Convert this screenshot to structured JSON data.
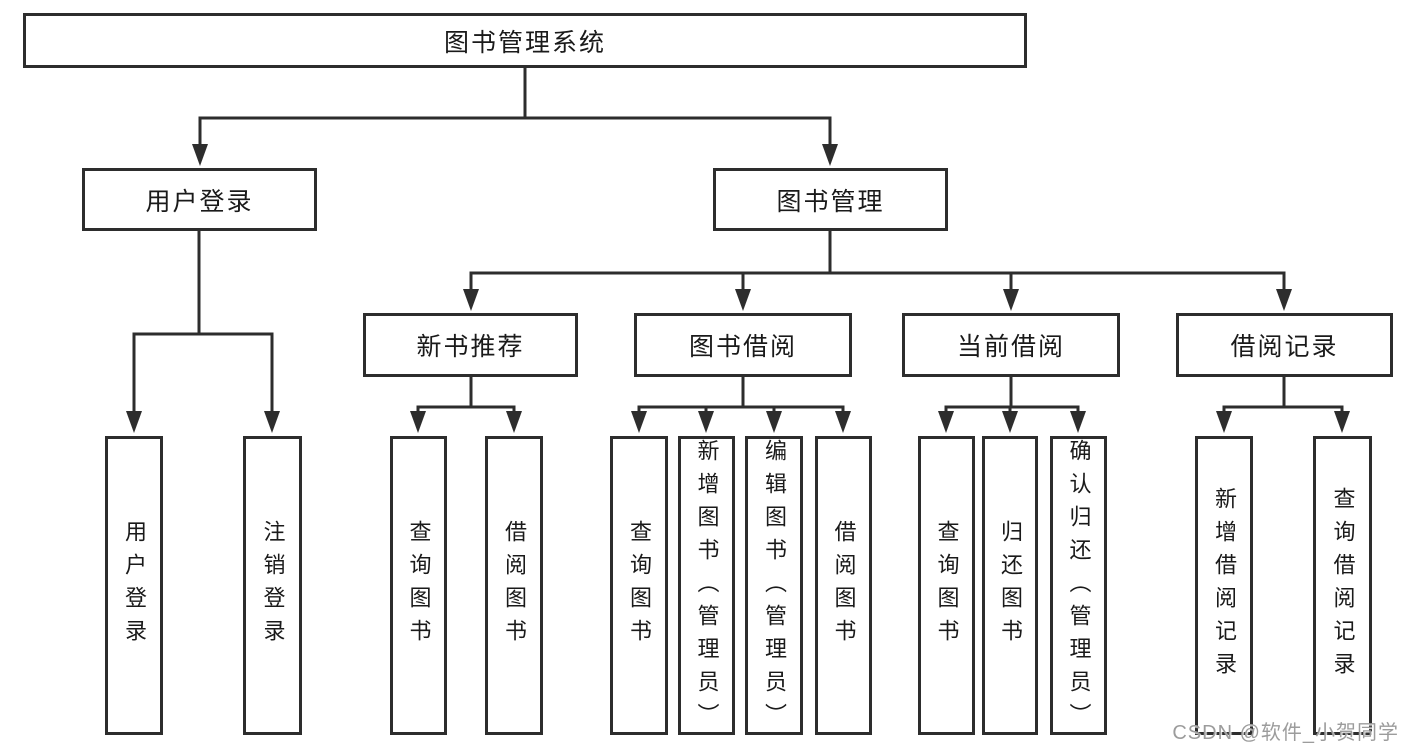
{
  "colors": {
    "line": "#2d2d2d",
    "text": "#1a1a1a",
    "background": "#ffffff",
    "watermark_gray": "#9c9c9c"
  },
  "watermark": "CSDN @软件_小贺同学",
  "nodes": {
    "root": "图书管理系统",
    "user_login": {
      "label": "用户登录",
      "children": [
        "用户登录",
        "注销登录"
      ]
    },
    "book_mgmt": {
      "label": "图书管理",
      "children": [
        {
          "label": "新书推荐",
          "children": [
            "查询图书",
            "借阅图书"
          ]
        },
        {
          "label": "图书借阅",
          "children": [
            "查询图书",
            "新增图书（管理员）",
            "编辑图书（管理员）",
            "借阅图书"
          ]
        },
        {
          "label": "当前借阅",
          "children": [
            "查询图书",
            "归还图书",
            "确认归还（管理员）"
          ]
        },
        {
          "label": "借阅记录",
          "children": [
            "新增借阅记录",
            "查询借阅记录"
          ]
        }
      ]
    }
  }
}
